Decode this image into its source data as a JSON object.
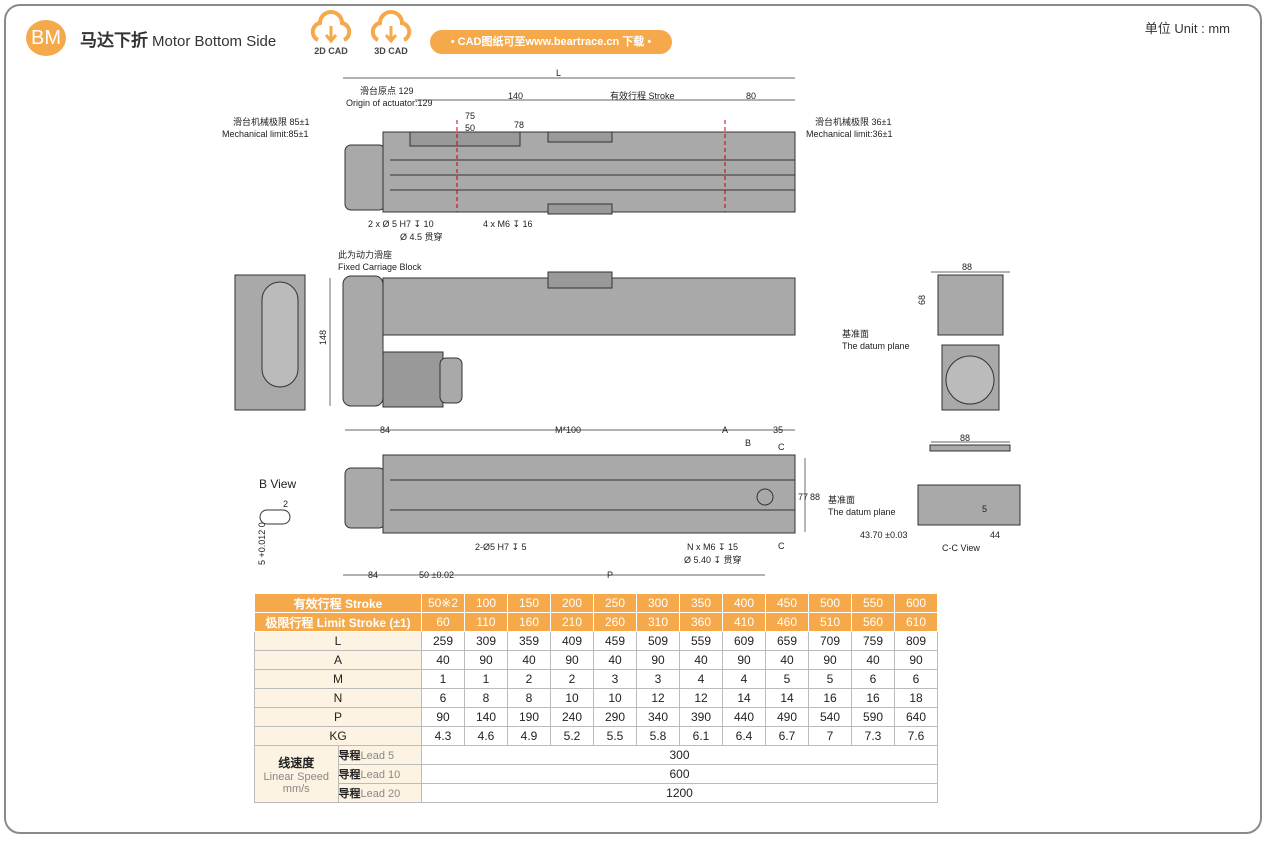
{
  "header": {
    "badge": "BM",
    "title_cn": "马达下折",
    "title_en": "Motor Bottom Side",
    "cad2d": "2D CAD",
    "cad3d": "3D CAD",
    "download": "• CAD图纸可至www.beartrace.cn 下载 •",
    "unit": "单位 Unit : mm"
  },
  "drawing": {
    "L": "L",
    "origin_cn": "滑台原点 129",
    "origin_en": "Origin of actuator:129",
    "d140": "140",
    "stroke": "有效行程 Stroke",
    "d80": "80",
    "d75": "75",
    "d50": "50",
    "d78": "78",
    "mech_left_cn": "滑台机械极限 85±1",
    "mech_left_en": "Mechanical limit:85±1",
    "mech_right_cn": "滑台机械极限 36±1",
    "mech_right_en": "Mechanical limit:36±1",
    "hole1": "2 x Ø 5 H7 ↧ 10",
    "hole2": "Ø 4.5 贯穿",
    "hole3": "4 x M6 ↧ 16",
    "fixed_cn": "此为动力滑座",
    "fixed_en": "Fixed Carriage Block",
    "d148": "148",
    "d88a": "88",
    "d68": "68",
    "datum_cn": "基准面",
    "datum_en": "The datum plane",
    "d84a": "84",
    "m100": "M*100",
    "A": "A",
    "d35": "35",
    "B": "B",
    "C": "C",
    "d77": "77",
    "d88b": "88",
    "bview": "B View",
    "d2": "2",
    "tol": "5 +0.012 0",
    "hole4": "2-Ø5 H7 ↧ 5",
    "hole5": "N x M6 ↧ 15",
    "hole6": "Ø 5.40 ↧ 贯穿",
    "d84b": "84",
    "d50b": "50 ±0.02",
    "P": "P",
    "d88c": "88",
    "d4370": "43.70 ±0.03",
    "d44": "44",
    "d5": "5",
    "ccview": "C-C View"
  },
  "table": {
    "stroke_label": "有效行程 Stroke",
    "stroke": [
      "50※2",
      "100",
      "150",
      "200",
      "250",
      "300",
      "350",
      "400",
      "450",
      "500",
      "550",
      "600"
    ],
    "limit_label": "极限行程 Limit Stroke (±1)",
    "limit": [
      "60",
      "110",
      "160",
      "210",
      "260",
      "310",
      "360",
      "410",
      "460",
      "510",
      "560",
      "610"
    ],
    "rows": [
      {
        "label": "L",
        "values": [
          "259",
          "309",
          "359",
          "409",
          "459",
          "509",
          "559",
          "609",
          "659",
          "709",
          "759",
          "809"
        ]
      },
      {
        "label": "A",
        "values": [
          "40",
          "90",
          "40",
          "90",
          "40",
          "90",
          "40",
          "90",
          "40",
          "90",
          "40",
          "90"
        ]
      },
      {
        "label": "M",
        "values": [
          "1",
          "1",
          "2",
          "2",
          "3",
          "3",
          "4",
          "4",
          "5",
          "5",
          "6",
          "6"
        ]
      },
      {
        "label": "N",
        "values": [
          "6",
          "8",
          "8",
          "10",
          "10",
          "12",
          "12",
          "14",
          "14",
          "16",
          "16",
          "18"
        ]
      },
      {
        "label": "P",
        "values": [
          "90",
          "140",
          "190",
          "240",
          "290",
          "340",
          "390",
          "440",
          "490",
          "540",
          "590",
          "640"
        ]
      },
      {
        "label": "KG",
        "values": [
          "4.3",
          "4.6",
          "4.9",
          "5.2",
          "5.5",
          "5.8",
          "6.1",
          "6.4",
          "6.7",
          "7",
          "7.3",
          "7.6"
        ]
      }
    ],
    "speed_cn": "线速度",
    "speed_en": "Linear Speed mm/s",
    "leads": [
      {
        "cn": "导程",
        "en": "Lead 5",
        "value": "300"
      },
      {
        "cn": "导程",
        "en": "Lead 10",
        "value": "600"
      },
      {
        "cn": "导程",
        "en": "Lead 20",
        "value": "1200"
      }
    ]
  },
  "colors": {
    "accent": "#f5a94a",
    "label_bg": "#fdf3e3"
  }
}
